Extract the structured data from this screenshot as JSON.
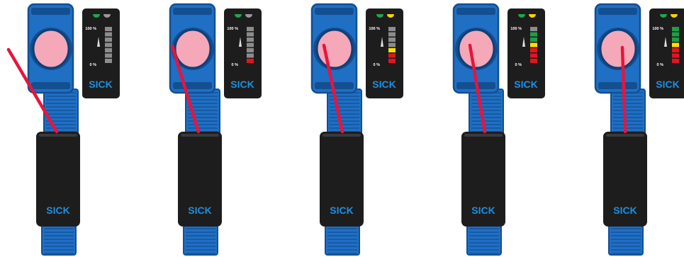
{
  "brand": "SICK",
  "scale_top": "100 %",
  "scale_bottom": "0 %",
  "colors": {
    "sensor_blue": "#1f6fc4",
    "sensor_blue_dark": "#134f91",
    "lens_pink": "#f4a8b8",
    "beam_red": "#e8143c",
    "led_green": "#1fa84a",
    "led_yellow": "#ffd400",
    "led_grey": "#9a9a9a",
    "bar_grey": "#8c8c8c",
    "bar_green": "#1e9e46",
    "bar_yellow": "#ffe000",
    "bar_red": "#e4141e",
    "display_black": "#1d1d1d",
    "brand_blue": "#1c8fe0"
  },
  "stages": [
    {
      "led_right": "grey",
      "bars": [
        "grey",
        "grey",
        "grey",
        "grey",
        "grey",
        "grey",
        "grey"
      ]
    },
    {
      "led_right": "grey",
      "bars": [
        "grey",
        "grey",
        "grey",
        "grey",
        "grey",
        "grey",
        "red"
      ]
    },
    {
      "led_right": "yellow",
      "bars": [
        "grey",
        "grey",
        "grey",
        "grey",
        "yellow",
        "red",
        "red"
      ]
    },
    {
      "led_right": "yellow",
      "bars": [
        "grey",
        "green",
        "green",
        "yellow",
        "red",
        "red",
        "red"
      ]
    },
    {
      "led_right": "yellow",
      "bars": [
        "green",
        "green",
        "green",
        "yellow",
        "red",
        "red",
        "red"
      ]
    }
  ]
}
